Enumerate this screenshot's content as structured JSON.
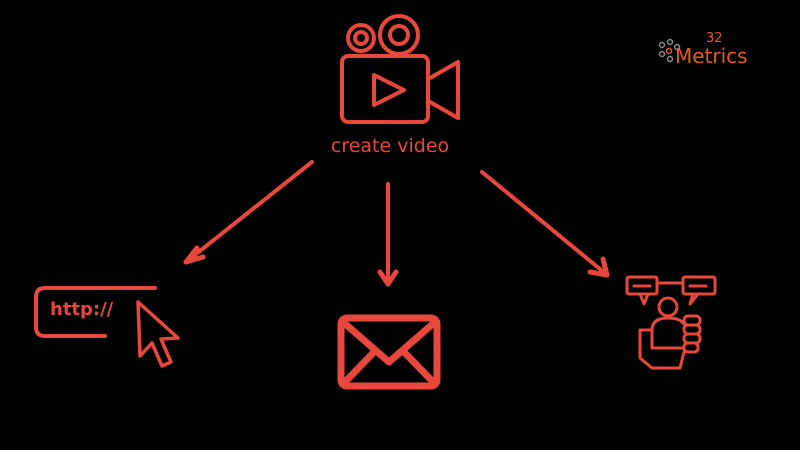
{
  "nodes": {
    "video": {
      "label": "create video",
      "icon": "video-camera-icon"
    },
    "web": {
      "label": "http://",
      "icon": "browser-cursor-icon"
    },
    "email": {
      "icon": "envelope-icon"
    },
    "social": {
      "icon": "social-sharing-icon"
    }
  },
  "logo": {
    "number": "32",
    "text": "Metrics"
  },
  "colors": {
    "accent": "#e8473c",
    "logo": "#e85a1c",
    "background": "#000000"
  }
}
